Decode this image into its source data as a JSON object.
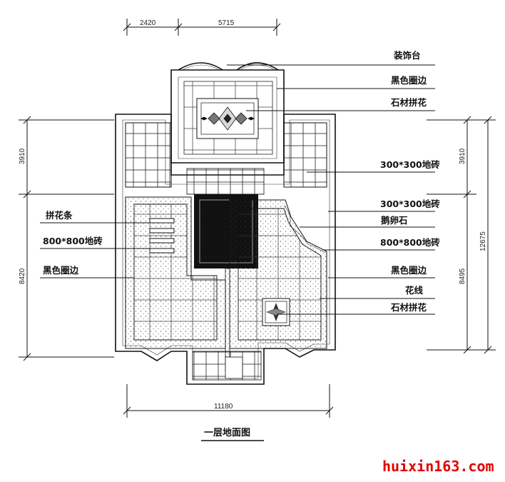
{
  "dimensions": {
    "top_left": "2420",
    "top_right": "5715",
    "bottom": "11180",
    "left_upper": "3910",
    "left_lower": "8420",
    "right_upper": "3910",
    "right_lower": "8495",
    "right_total": "12675"
  },
  "labels": {
    "decor_platform": "装饰台",
    "black_border_1": "黑色圈边",
    "stone_inlay_1": "石材拼花",
    "tile_300_1": "300*300地砖",
    "tile_300_2": "300*300地砖",
    "cobblestone": "鹅卵石",
    "tile_800_right": "800*800地砖",
    "black_border_right": "黑色圈边",
    "flower_line": "花线",
    "stone_inlay_2": "石材拼花",
    "inlay_strip": "拼花条",
    "tile_800_left": "800*800地砖",
    "black_border_left": "黑色圈边"
  },
  "title": "一层地面图",
  "watermark": "huixin163.com"
}
